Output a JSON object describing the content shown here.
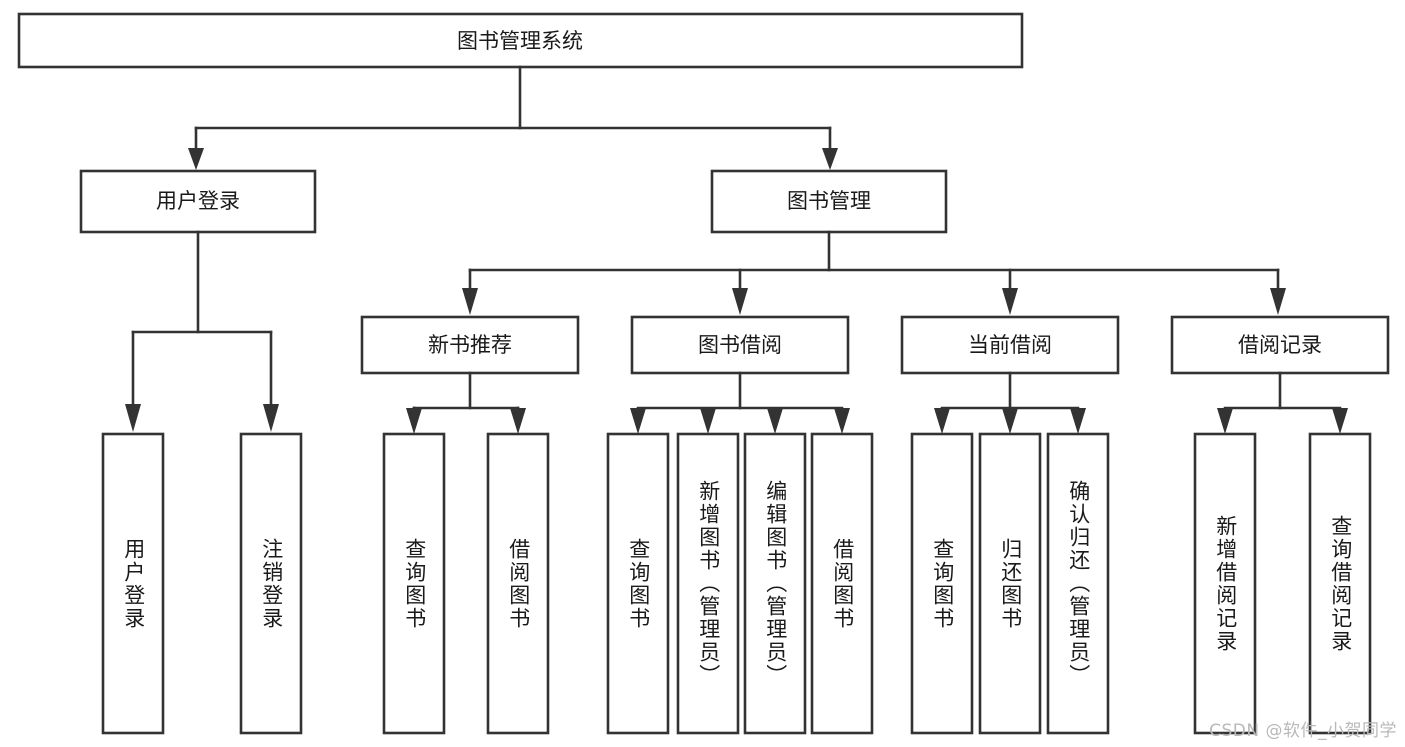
{
  "diagram": {
    "type": "tree",
    "title": "图书管理系统",
    "orientation": "top-down",
    "colors": {
      "stroke": "#333333",
      "box_fill": "#ffffff",
      "text": "#1a1a1a",
      "background": "#ffffff",
      "watermark": "#b9b9b9"
    },
    "root": {
      "label": "图书管理系统"
    },
    "level2": [
      {
        "label": "用户登录"
      },
      {
        "label": "图书管理"
      }
    ],
    "level3": [
      {
        "label": "新书推荐"
      },
      {
        "label": "图书借阅"
      },
      {
        "label": "当前借阅"
      },
      {
        "label": "借阅记录"
      }
    ],
    "leaves": {
      "user_login": [
        {
          "label": "用户登录"
        },
        {
          "label": "注销登录"
        }
      ],
      "new_book_recommend": [
        {
          "label": "查询图书"
        },
        {
          "label": "借阅图书"
        }
      ],
      "book_borrow": [
        {
          "label": "查询图书"
        },
        {
          "label": "新增图书（管理员）"
        },
        {
          "label": "编辑图书（管理员）"
        },
        {
          "label": "借阅图书"
        }
      ],
      "current_borrow": [
        {
          "label": "查询图书"
        },
        {
          "label": "归还图书"
        },
        {
          "label": "确认归还（管理员）"
        }
      ],
      "borrow_record": [
        {
          "label": "新增借阅记录"
        },
        {
          "label": "查询借阅记录"
        }
      ]
    }
  },
  "watermark": {
    "text": "CSDN @软件_小贺同学"
  }
}
